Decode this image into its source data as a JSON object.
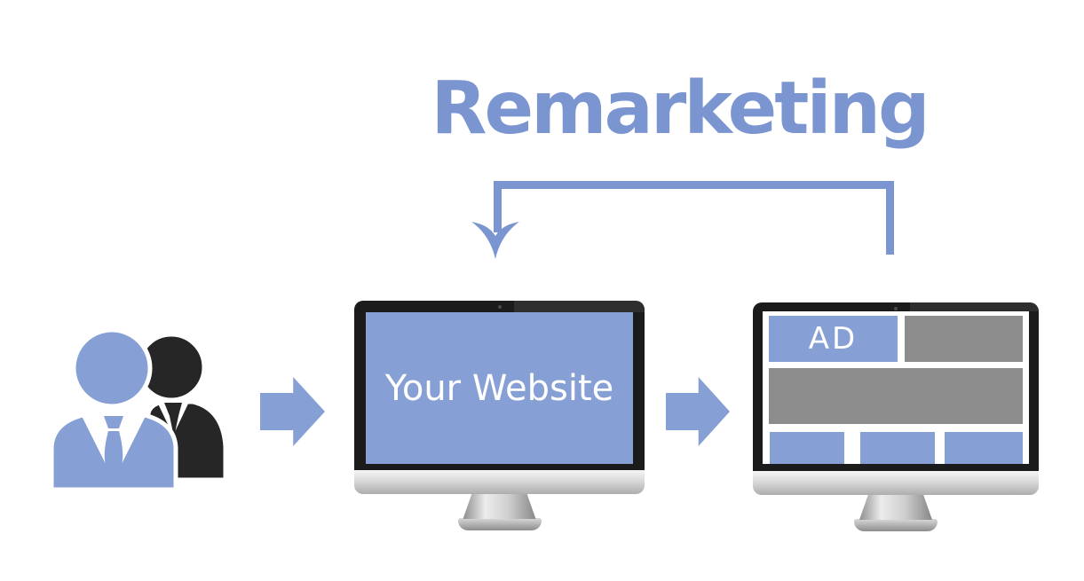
{
  "title": {
    "text": "Remarketing"
  },
  "audience": {
    "icon": "two-users-icon"
  },
  "website_monitor": {
    "screen_label": "Your Website",
    "icon": "desktop-monitor-icon"
  },
  "ad_monitor": {
    "ad_label": "AD",
    "icon": "desktop-monitor-with-ads-icon"
  },
  "flow": {
    "loop_icon": "down-left-bracket-arrow-icon",
    "step_icon": "right-block-arrow-icon"
  },
  "colors": {
    "blue": "#86A0D5",
    "accent": "#7A95D0",
    "gray": "#8C8C8C",
    "dark": "#262626",
    "white": "#FFFFFF"
  }
}
